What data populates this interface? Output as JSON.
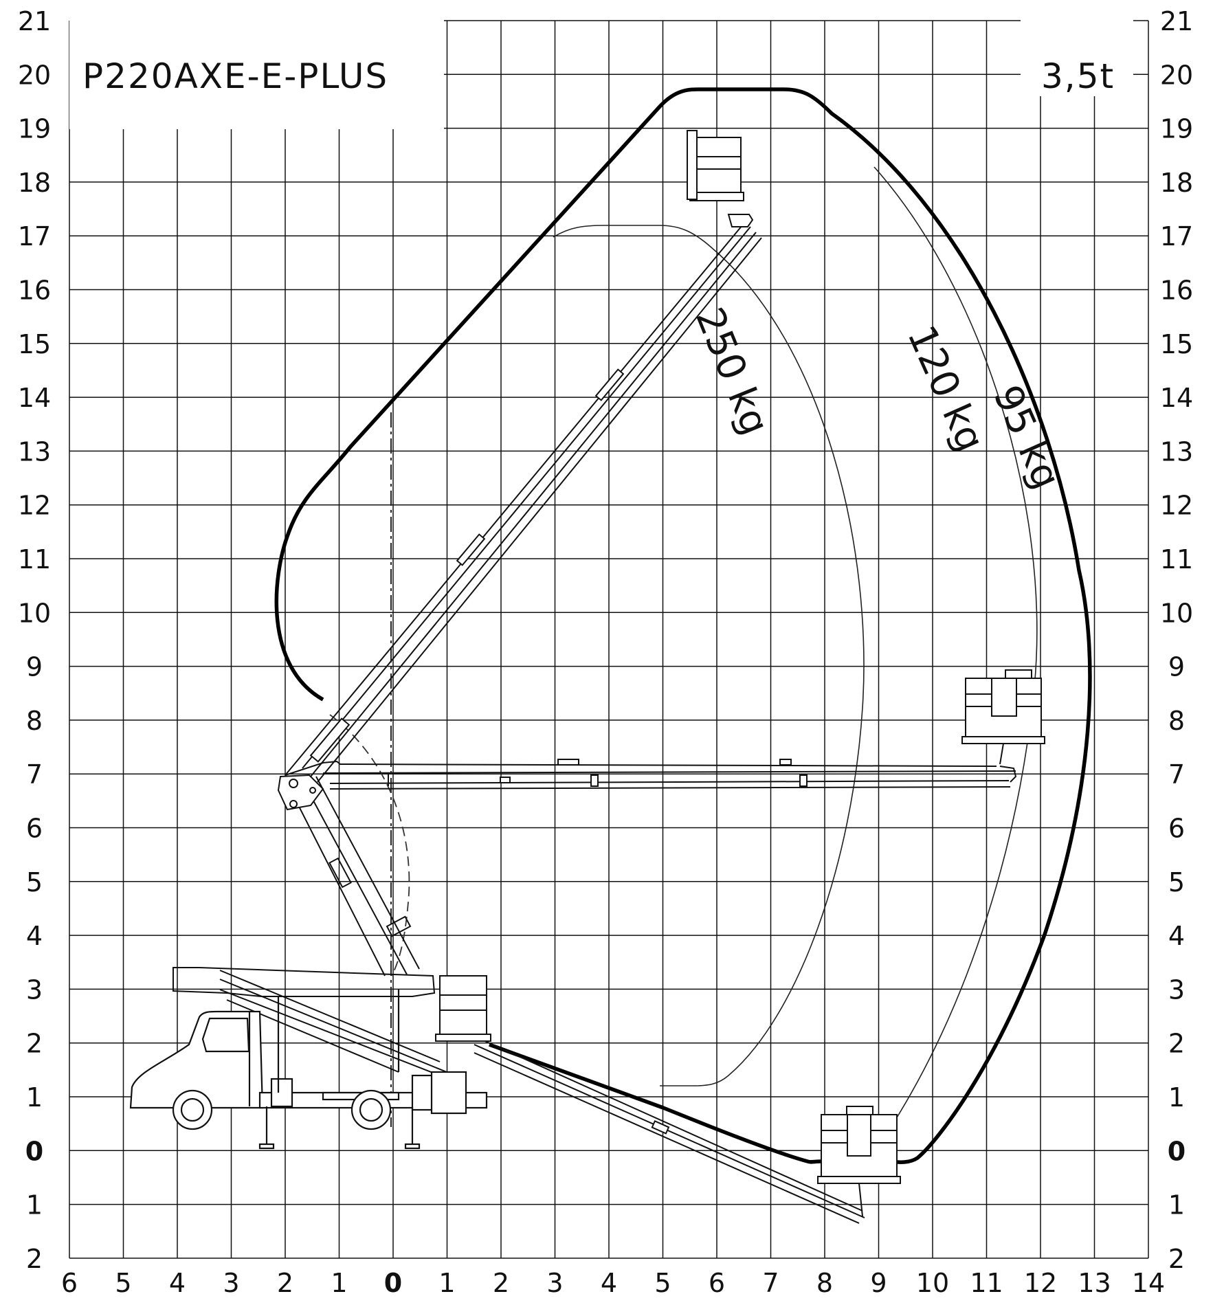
{
  "diagram": {
    "model": "P220AXE-E-PLUS",
    "vehicle_weight": "3,5t",
    "load_curves": [
      {
        "label": "250 kg",
        "weight": "heavy-inner"
      },
      {
        "label": "120 kg",
        "weight": "thin"
      },
      {
        "label": "95 kg",
        "weight": "outer-envelope"
      }
    ],
    "y_axis_labels": [
      "21",
      "20",
      "19",
      "18",
      "17",
      "16",
      "15",
      "14",
      "13",
      "12",
      "11",
      "10",
      "9",
      "8",
      "7",
      "6",
      "5",
      "4",
      "3",
      "2",
      "1",
      "0",
      "1",
      "2"
    ],
    "x_axis_labels": [
      "6",
      "5",
      "4",
      "3",
      "2",
      "1",
      "0",
      "1",
      "2",
      "3",
      "4",
      "5",
      "6",
      "7",
      "8",
      "9",
      "10",
      "11",
      "12",
      "13",
      "14"
    ],
    "axis_range": {
      "x": [
        -6,
        14
      ],
      "y": [
        -2,
        21
      ]
    },
    "units": "m",
    "grid": true
  }
}
